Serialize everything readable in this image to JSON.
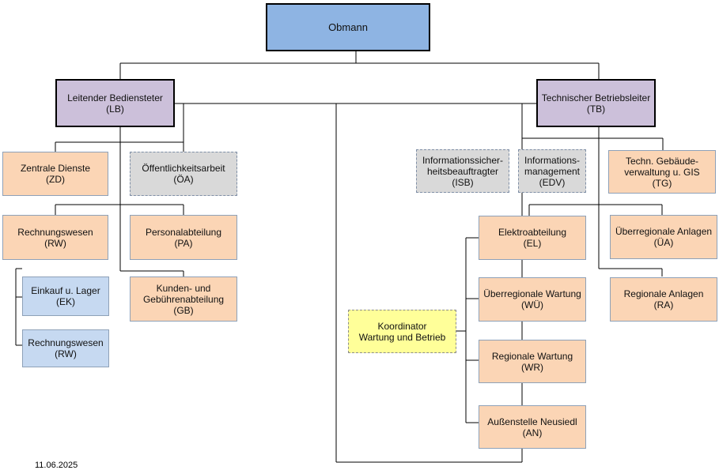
{
  "boxes": {
    "obmann": {
      "name": "Obmann"
    },
    "lb": {
      "name": "Leitender Bediensteter",
      "code": "(LB)"
    },
    "tb": {
      "name": "Technischer Betriebsleiter",
      "code": "(TB)"
    },
    "zd": {
      "name": "Zentrale Dienste",
      "code": "(ZD)"
    },
    "oea": {
      "name": "Öffentlichkeitsarbeit",
      "code": "(ÖA)"
    },
    "rw": {
      "name": "Rechnungswesen",
      "code": "(RW)"
    },
    "pa": {
      "name": "Personalabteilung",
      "code": "(PA)"
    },
    "ek": {
      "name": "Einkauf u. Lager",
      "code": "(EK)"
    },
    "gb": {
      "line1": "Kunden- und",
      "line2": "Gebührenabteilung",
      "code": "(GB)"
    },
    "rw2": {
      "name": "Rechnungswesen",
      "code": "(RW)"
    },
    "isb": {
      "line1": "Informationssicher-",
      "line2": "heitsbeauftragter",
      "code": "(ISB)"
    },
    "edv": {
      "line1": "Informations-",
      "line2": "management",
      "code": "(EDV)"
    },
    "tg": {
      "line1": "Techn. Gebäude-",
      "line2": "verwaltung u. GIS",
      "code": "(TG)"
    },
    "el": {
      "name": "Elektroabteilung",
      "code": "(EL)"
    },
    "ua": {
      "name": "Überregionale Anlagen",
      "code": "(ÜA)"
    },
    "wu": {
      "name": "Überregionale Wartung",
      "code": "(WÜ)"
    },
    "ra": {
      "name": "Regionale Anlagen",
      "code": "(RA)"
    },
    "koord": {
      "line1": "Koordinator",
      "line2": "Wartung und Betrieb"
    },
    "wr": {
      "name": "Regionale Wartung",
      "code": "(WR)"
    },
    "an": {
      "name": "Außenstelle Neusiedl",
      "code": "(AN)"
    }
  },
  "date": "11.06.2025"
}
